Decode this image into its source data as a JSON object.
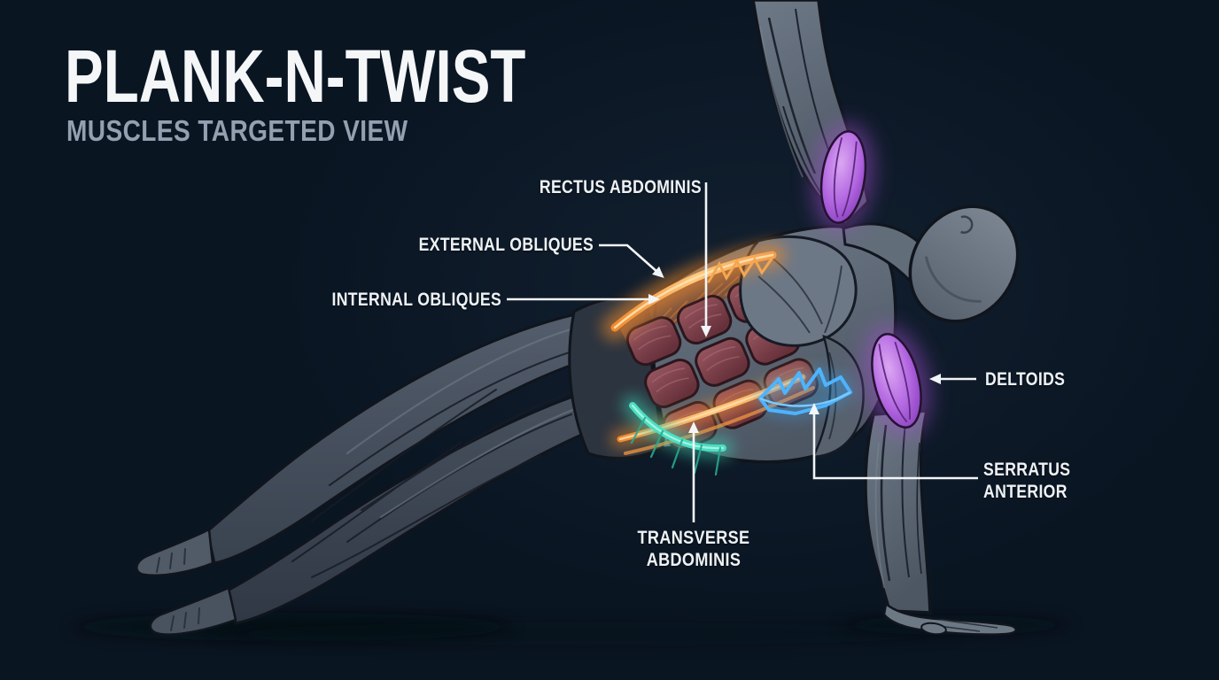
{
  "header": {
    "title": "PLANK-N-TWIST",
    "subtitle": "MUSCLES TARGETED VIEW"
  },
  "diagram": {
    "type": "muscle-anatomy-infographic",
    "figure_pose": "side plank with twist, one arm raised, one arm supporting on ground",
    "labels": [
      {
        "id": "rectus-abdominis",
        "text": "RECTUS ABDOMINIS",
        "highlight_color": "#8a4550"
      },
      {
        "id": "external-obliques",
        "text": "EXTERNAL OBLIQUES",
        "highlight_color": "#f59e4a"
      },
      {
        "id": "internal-obliques",
        "text": "INTERNAL OBLIQUES",
        "highlight_color": "#f59e4a"
      },
      {
        "id": "deltoids",
        "text": "DELTOIDS",
        "highlight_color": "#b266e0"
      },
      {
        "id": "serratus-anterior",
        "text": "SERRATUS ANTERIOR",
        "text_line1": "SERRATUS",
        "text_line2": "ANTERIOR",
        "highlight_color": "#38a9f7"
      },
      {
        "id": "transverse-abdominis",
        "text": "TRANSVERSE ABDOMINIS",
        "text_line1": "TRANSVERSE",
        "text_line2": "ABDOMINIS",
        "highlight_color": "#3ed3b5"
      }
    ]
  },
  "colors": {
    "background": "#0a1522",
    "title_text": "#f4f6f8",
    "subtitle_text": "#93a0af",
    "label_text": "#eef2f5",
    "leader_line": "#f2f5f7",
    "body_gray": "#5d6773",
    "abs_maroon": "#7c4049",
    "obliques_orange": "#f59e4a",
    "transverse_teal": "#3ed3b5",
    "serratus_blue": "#38a9f7",
    "deltoid_purple": "#b266e0"
  }
}
